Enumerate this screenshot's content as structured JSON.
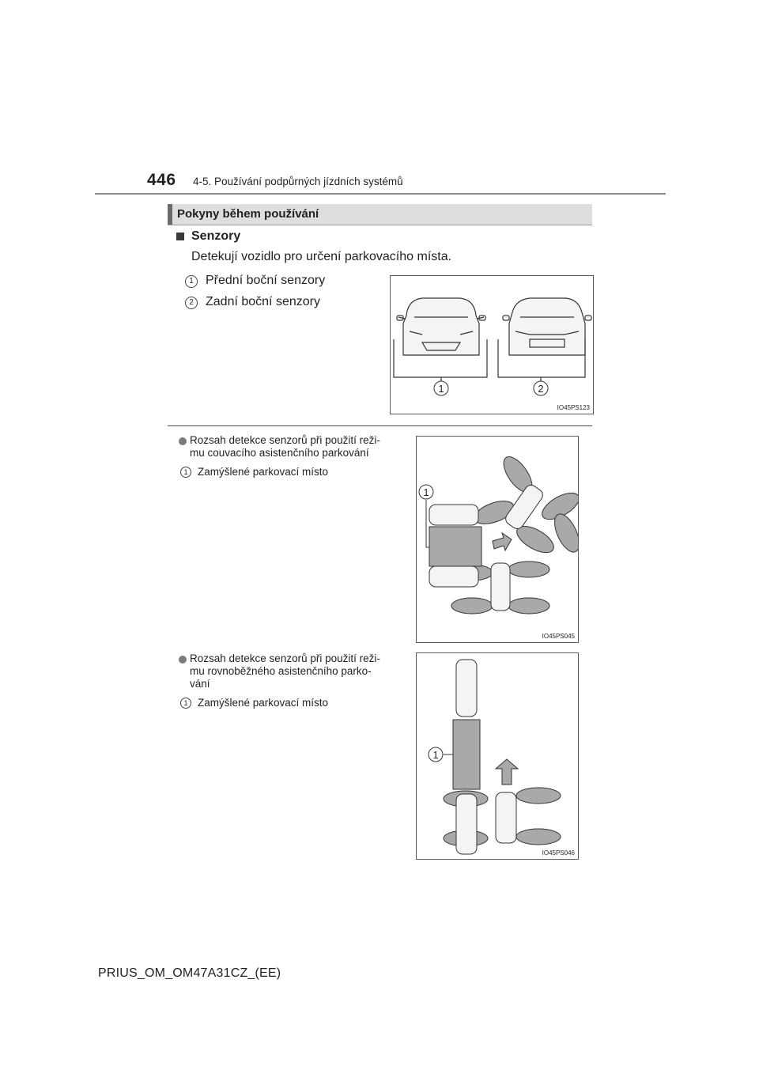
{
  "header": {
    "page_number": "446",
    "chapter": "4-5. Používání podpůrných jízdních systémů"
  },
  "section": {
    "title": "Pokyny během používání"
  },
  "sensors": {
    "heading": "Senzory",
    "text": "Detekují vozidlo pro určení parkovacího místa.",
    "items": [
      {
        "num": "1",
        "label": "Přední boční senzory"
      },
      {
        "num": "2",
        "label": "Zadní boční senzory"
      }
    ],
    "figure": {
      "code": "IO45PS123",
      "callouts": [
        "1",
        "2"
      ]
    }
  },
  "reverse": {
    "lines": [
      "Rozsah detekce senzorů při použití reži-",
      "mu couvacího asistenčního parkování"
    ],
    "item": {
      "num": "1",
      "label": "Zamýšlené parkovací místo"
    },
    "figure": {
      "code": "IO45PS045",
      "callout": "1"
    }
  },
  "parallel": {
    "lines": [
      "Rozsah detekce senzorů při použití reži-",
      "mu rovnoběžného asistenčního parko-",
      "vání"
    ],
    "item": {
      "num": "1",
      "label": "Zamýšlené parkovací místo"
    },
    "figure": {
      "code": "IO45PS046",
      "callout": "1"
    }
  },
  "footer": {
    "text": "PRIUS_OM_OM47A31CZ_(EE)"
  }
}
